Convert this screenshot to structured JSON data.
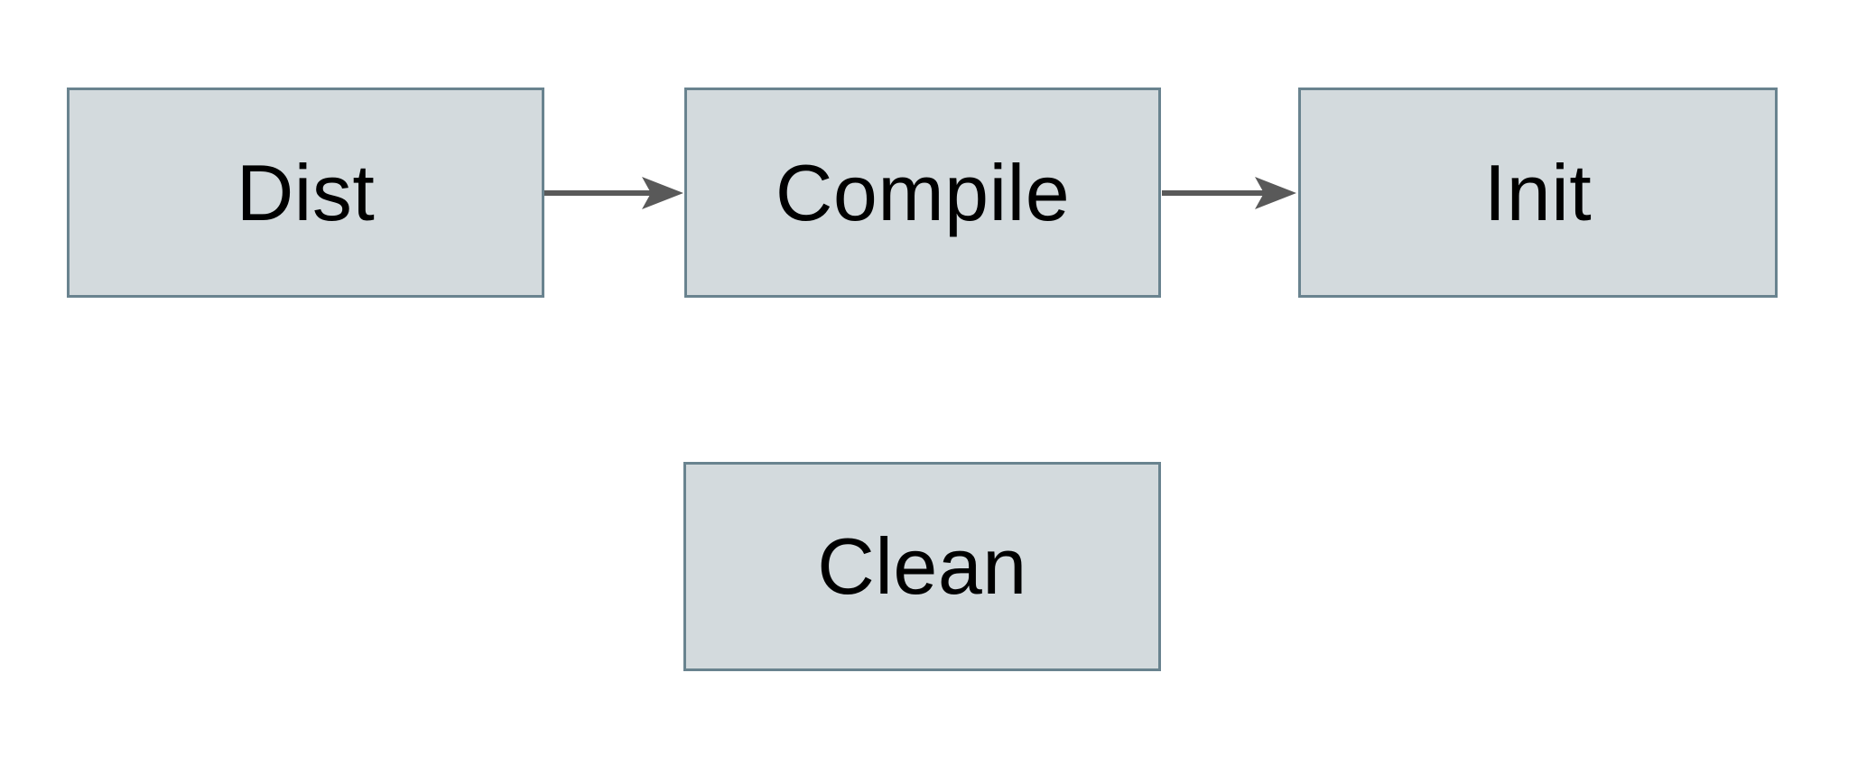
{
  "diagram": {
    "nodes": [
      {
        "id": "dist",
        "label": "Dist"
      },
      {
        "id": "compile",
        "label": "Compile"
      },
      {
        "id": "init",
        "label": "Init"
      },
      {
        "id": "clean",
        "label": "Clean"
      }
    ],
    "edges": [
      {
        "from": "Dist",
        "to": "Compile",
        "direction": "right"
      },
      {
        "from": "Compile",
        "to": "Init",
        "direction": "right"
      }
    ],
    "colors": {
      "background": "#ffffff",
      "node_fill": "#d3dadd",
      "node_border": "#69838f",
      "arrow": "#595959",
      "text": "#000000"
    }
  }
}
